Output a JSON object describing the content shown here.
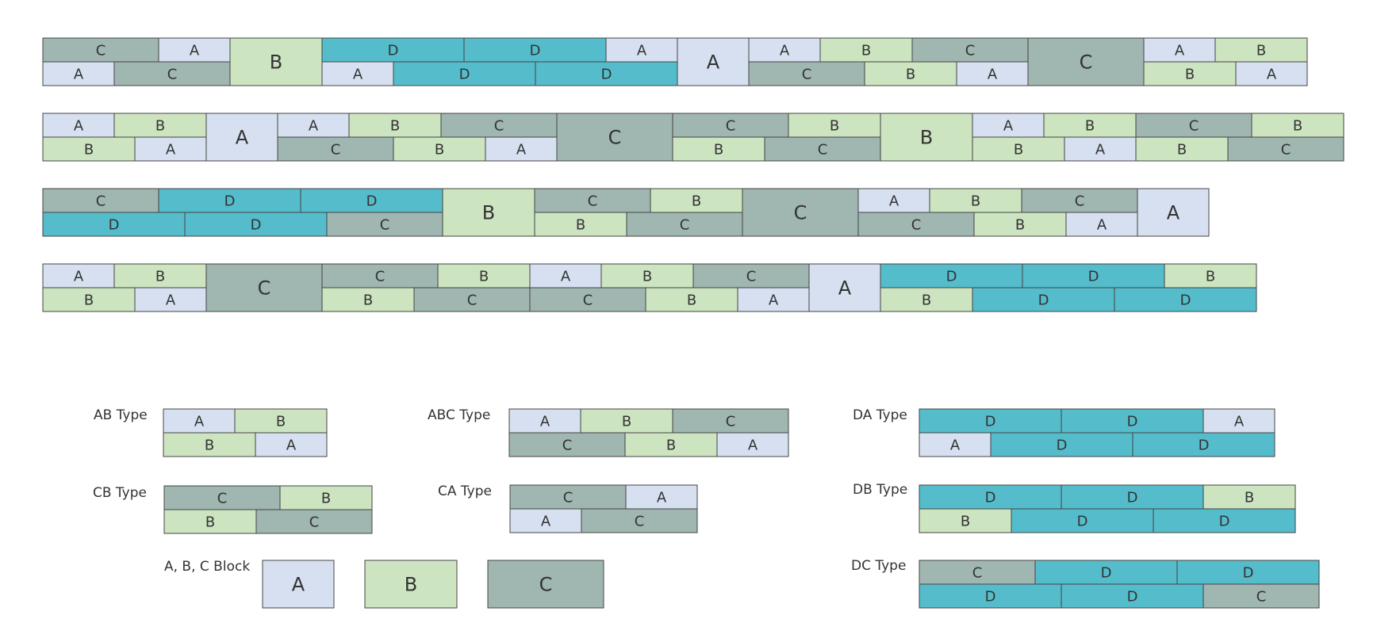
{
  "colors": {
    "A": "#d6e0f0",
    "B": "#cde4c0",
    "C": "#a0b6b0",
    "D": "#55bccb",
    "stroke": "#444444",
    "text": "#333333"
  },
  "rows": [
    [
      {
        "top": [
          "C",
          "A"
        ],
        "bottom": [
          "A",
          "C"
        ]
      },
      {
        "single": "B"
      },
      {
        "top": [
          "D",
          "D",
          "A"
        ],
        "bottom": [
          "A",
          "D",
          "D"
        ]
      },
      {
        "single": "A"
      },
      {
        "top": [
          "A",
          "B",
          "C"
        ],
        "bottom": [
          "C",
          "B",
          "A"
        ]
      },
      {
        "single": "C"
      },
      {
        "top": [
          "A",
          "B"
        ],
        "bottom": [
          "B",
          "A"
        ]
      }
    ],
    [
      {
        "top": [
          "A",
          "B"
        ],
        "bottom": [
          "B",
          "A"
        ]
      },
      {
        "single": "A"
      },
      {
        "top": [
          "A",
          "B",
          "C"
        ],
        "bottom": [
          "C",
          "B",
          "A"
        ]
      },
      {
        "single": "C"
      },
      {
        "top": [
          "C",
          "B"
        ],
        "bottom": [
          "B",
          "C"
        ]
      },
      {
        "single": "B"
      },
      {
        "top": [
          "A",
          "B"
        ],
        "bottom": [
          "B",
          "A"
        ]
      },
      {
        "top": [
          "C",
          "B"
        ],
        "bottom": [
          "B",
          "C"
        ]
      }
    ],
    [
      {
        "top": [
          "C",
          "D",
          "D"
        ],
        "bottom": [
          "D",
          "D",
          "C"
        ]
      },
      {
        "single": "B"
      },
      {
        "top": [
          "C",
          "B"
        ],
        "bottom": [
          "B",
          "C"
        ]
      },
      {
        "single": "C"
      },
      {
        "top": [
          "A",
          "B",
          "C"
        ],
        "bottom": [
          "C",
          "B",
          "A"
        ]
      },
      {
        "single": "A"
      }
    ],
    [
      {
        "top": [
          "A",
          "B"
        ],
        "bottom": [
          "B",
          "A"
        ]
      },
      {
        "single": "C"
      },
      {
        "top": [
          "C",
          "B"
        ],
        "bottom": [
          "B",
          "C"
        ]
      },
      {
        "top": [
          "A",
          "B",
          "C"
        ],
        "bottom": [
          "C",
          "B",
          "A"
        ]
      },
      {
        "single": "A"
      },
      {
        "top": [
          "D",
          "D",
          "B"
        ],
        "bottom": [
          "B",
          "D",
          "D"
        ]
      }
    ]
  ],
  "legend": {
    "ab_type": {
      "label": "AB Type",
      "top": [
        "A",
        "B"
      ],
      "bottom": [
        "B",
        "A"
      ]
    },
    "abc_type": {
      "label": "ABC Type",
      "top": [
        "A",
        "B",
        "C"
      ],
      "bottom": [
        "C",
        "B",
        "A"
      ]
    },
    "da_type": {
      "label": "DA Type",
      "top": [
        "D",
        "D",
        "A"
      ],
      "bottom": [
        "A",
        "D",
        "D"
      ]
    },
    "cb_type": {
      "label": "CB Type",
      "top": [
        "C",
        "B"
      ],
      "bottom": [
        "B",
        "C"
      ]
    },
    "ca_type": {
      "label": "CA Type",
      "top": [
        "C",
        "A"
      ],
      "bottom": [
        "A",
        "C"
      ]
    },
    "db_type": {
      "label": "DB Type",
      "top": [
        "D",
        "D",
        "B"
      ],
      "bottom": [
        "B",
        "D",
        "D"
      ]
    },
    "abc_block": {
      "label": "A, B, C Block",
      "blocks": [
        "A",
        "B",
        "C"
      ]
    },
    "dc_type": {
      "label": "DC Type",
      "top": [
        "C",
        "D",
        "D"
      ],
      "bottom": [
        "D",
        "D",
        "C"
      ]
    }
  }
}
